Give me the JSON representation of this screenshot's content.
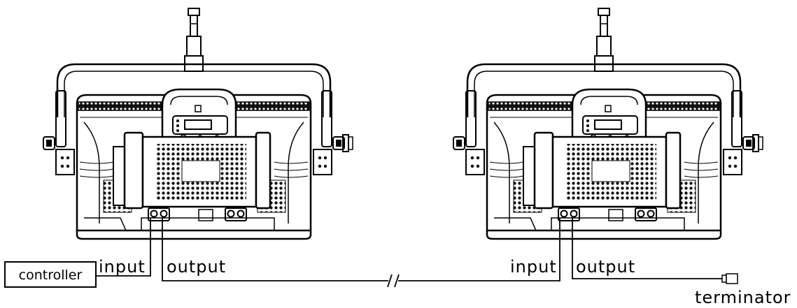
{
  "fixtures": [
    {
      "input_label": "input",
      "output_label": "output"
    },
    {
      "input_label": "input",
      "output_label": "output"
    }
  ],
  "controller": {
    "label": "controller"
  },
  "terminator": {
    "label": "terminator"
  }
}
